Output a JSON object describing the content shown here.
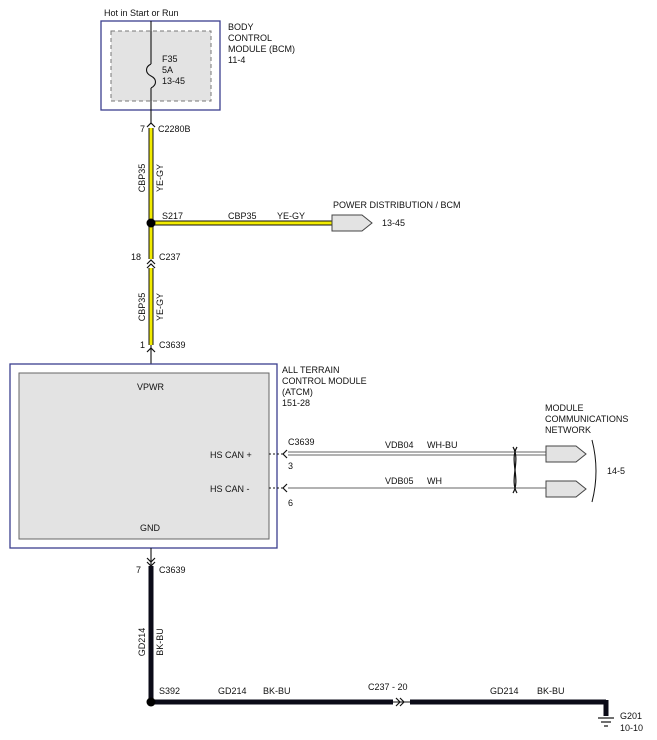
{
  "header": {
    "power_label": "Hot in Start or Run"
  },
  "bcm": {
    "title_lines": [
      "BODY",
      "CONTROL",
      "MODULE (BCM)",
      "11-4"
    ],
    "fuse": {
      "name": "F35",
      "rating": "5A",
      "ref": "13-45"
    }
  },
  "wires": {
    "cbp35": {
      "circuit": "CBP35",
      "color": "YE-GY",
      "color_hex": "#f2ec00"
    },
    "gd214": {
      "circuit": "GD214",
      "color": "BK-BU",
      "color_hex": "#0b0b18"
    },
    "vdb04": {
      "circuit": "VDB04",
      "color": "WH-BU"
    },
    "vdb05": {
      "circuit": "VDB05",
      "color": "WH"
    }
  },
  "connectors": {
    "c2280b": {
      "name": "C2280B",
      "pin": "7"
    },
    "s217": {
      "name": "S217"
    },
    "c237": {
      "name": "C237",
      "pin": "18"
    },
    "c3639_top": {
      "name": "C3639",
      "pin": "1"
    },
    "c3639_can": {
      "name": "C3639",
      "pin_hi": "3",
      "pin_lo": "6"
    },
    "c3639_bottom": {
      "name": "C3639",
      "pin": "7"
    },
    "s392": {
      "name": "S392"
    },
    "c237_gnd": {
      "name": "C237 - 20"
    }
  },
  "power_dist": {
    "label": "POWER DISTRIBUTION / BCM",
    "ref": "13-45"
  },
  "atcm": {
    "title_lines": [
      "ALL TERRAIN",
      "CONTROL MODULE",
      "(ATCM)",
      "151-28"
    ],
    "pins": {
      "vpwr": "VPWR",
      "hs_can_plus": "HS CAN +",
      "hs_can_minus": "HS CAN -",
      "gnd": "GND"
    }
  },
  "network": {
    "title_lines": [
      "MODULE",
      "COMMUNICATIONS",
      "NETWORK"
    ],
    "ref": "14-5"
  },
  "ground": {
    "name": "G201",
    "ref": "10-10"
  }
}
